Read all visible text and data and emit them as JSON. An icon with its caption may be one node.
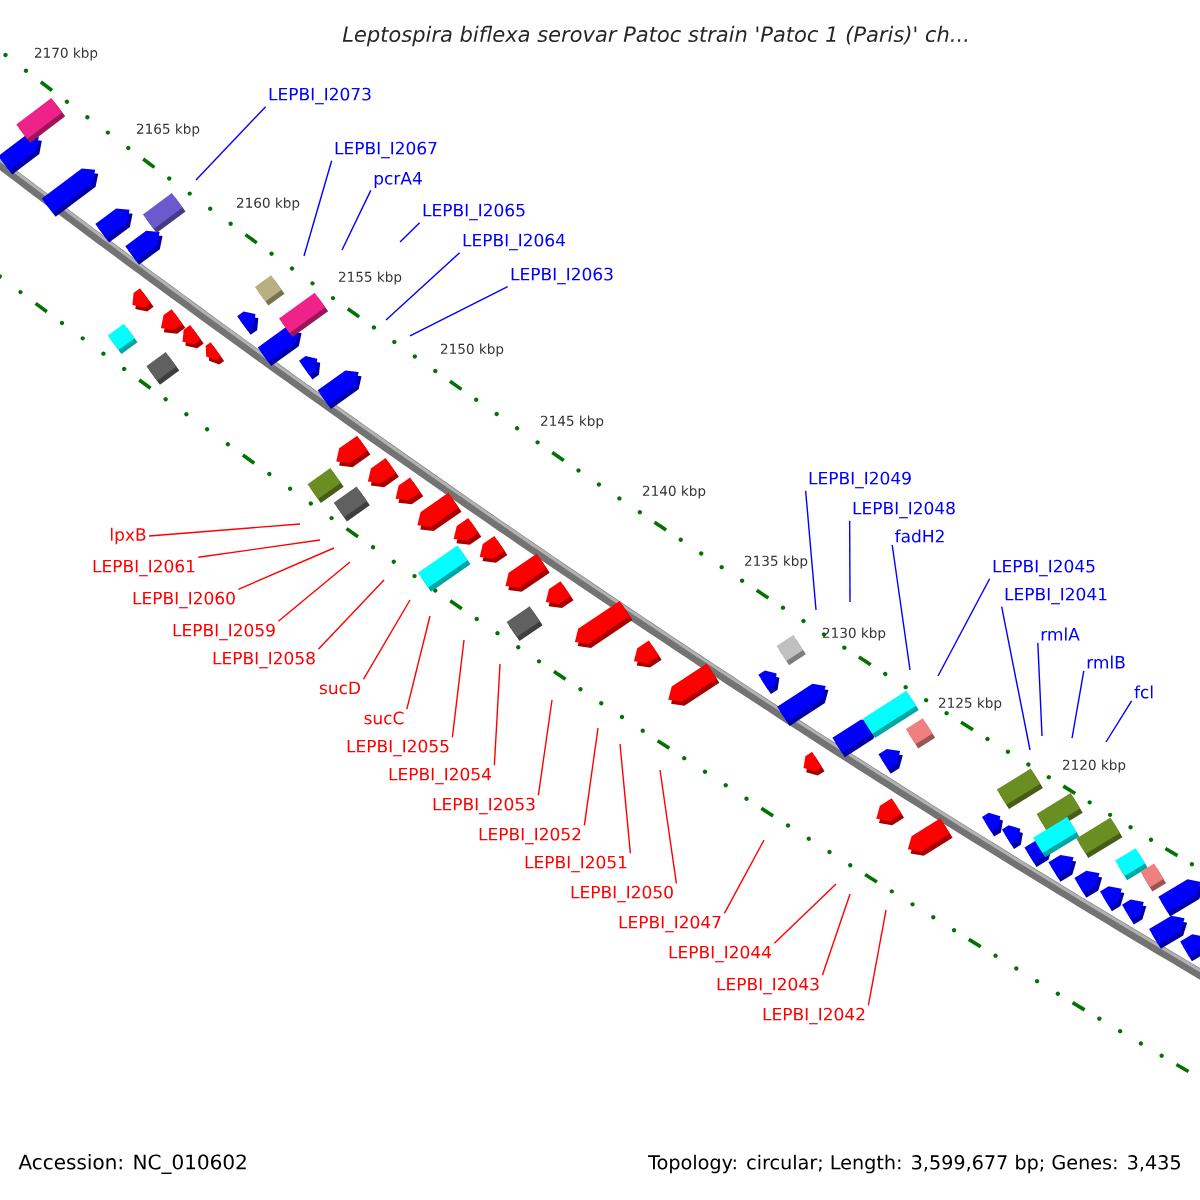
{
  "diagram": {
    "title": "Leptospira biflexa serovar Patoc strain 'Patoc 1 (Paris)' ch...",
    "nodes": [
      {
        "text": [
          "LEPBI_I2073"
        ]
      },
      {
        "text": [
          "LEPBI_I2067"
        ]
      },
      {
        "text": [
          "pcrA4"
        ]
      },
      {
        "text": [
          "LEPBI_I2065"
        ]
      },
      {
        "text": [
          "LEPBI_I2064"
        ]
      },
      {
        "text": [
          "LEPBI_I2063"
        ]
      },
      {
        "text": [
          "LEPBI_I2049"
        ]
      },
      {
        "text": [
          "LEPBI_I2048"
        ]
      },
      {
        "text": [
          "fadH2"
        ]
      },
      {
        "text": [
          "LEPBI_I2045"
        ]
      },
      {
        "text": [
          "LEPBI_I2041"
        ]
      },
      {
        "text": [
          "rmlA"
        ]
      },
      {
        "text": [
          "rmlB"
        ]
      },
      {
        "text": [
          "fcl"
        ]
      },
      {
        "text": [
          "lpxB"
        ]
      },
      {
        "text": [
          "LEPBI_I2061"
        ]
      },
      {
        "text": [
          "LEPBI_I2060"
        ]
      },
      {
        "text": [
          "LEPBI_I2059"
        ]
      },
      {
        "text": [
          "LEPBI_I2058"
        ]
      },
      {
        "text": [
          "sucD"
        ]
      },
      {
        "text": [
          "sucC"
        ]
      },
      {
        "text": [
          "LEPBI_I2055"
        ]
      },
      {
        "text": [
          "LEPBI_I2054"
        ]
      },
      {
        "text": [
          "LEPBI_I2053"
        ]
      },
      {
        "text": [
          "LEPBI_I2052"
        ]
      },
      {
        "text": [
          "LEPBI_I2051"
        ]
      },
      {
        "text": [
          "LEPBI_I2050"
        ]
      },
      {
        "text": [
          "LEPBI_I2047"
        ]
      },
      {
        "text": [
          "LEPBI_I2044"
        ]
      },
      {
        "text": [
          "LEPBI_I2043"
        ]
      },
      {
        "text": [
          "LEPBI_I2042"
        ]
      }
    ],
    "edges": [
      {
        "from": 0,
        "to": null,
        "arrow": "none",
        "color": "#0000ff"
      },
      {
        "from": 1,
        "to": null,
        "arrow": "none",
        "color": "#0000ff"
      },
      {
        "from": 2,
        "to": null,
        "arrow": "none",
        "color": "#0000ff"
      },
      {
        "from": 3,
        "to": null,
        "arrow": "none",
        "color": "#0000ff"
      },
      {
        "from": 4,
        "to": null,
        "arrow": "none",
        "color": "#0000ff"
      },
      {
        "from": 5,
        "to": null,
        "arrow": "none",
        "color": "#0000ff"
      },
      {
        "from": 6,
        "to": null,
        "arrow": "none",
        "color": "#0000ff"
      },
      {
        "from": 7,
        "to": null,
        "arrow": "none",
        "color": "#0000ff"
      },
      {
        "from": 8,
        "to": null,
        "arrow": "none",
        "color": "#0000ff"
      },
      {
        "from": 9,
        "to": null,
        "arrow": "none",
        "color": "#0000ff"
      },
      {
        "from": 10,
        "to": null,
        "arrow": "none",
        "color": "#0000ff"
      },
      {
        "from": 11,
        "to": null,
        "arrow": "none",
        "color": "#0000ff"
      },
      {
        "from": 12,
        "to": null,
        "arrow": "none",
        "color": "#0000ff"
      },
      {
        "from": 13,
        "to": null,
        "arrow": "none",
        "color": "#0000ff"
      },
      {
        "from": 14,
        "to": null,
        "arrow": "none"
      },
      {
        "from": 15,
        "to": null,
        "arrow": "none"
      },
      {
        "from": 16,
        "to": null,
        "arrow": "none"
      },
      {
        "from": 17,
        "to": null,
        "arrow": "none"
      },
      {
        "from": 18,
        "to": null,
        "arrow": "none"
      },
      {
        "from": 19,
        "to": null,
        "arrow": "none"
      },
      {
        "from": 20,
        "to": null,
        "arrow": "none"
      },
      {
        "from": 21,
        "to": null,
        "arrow": "none"
      },
      {
        "from": 22,
        "to": null,
        "arrow": "none"
      },
      {
        "from": 23,
        "to": null,
        "arrow": "none"
      },
      {
        "from": 24,
        "to": null,
        "arrow": "none"
      },
      {
        "from": 25,
        "to": null,
        "arrow": "none"
      },
      {
        "from": 26,
        "to": null,
        "arrow": "none"
      },
      {
        "from": 27,
        "to": null,
        "arrow": "none"
      },
      {
        "from": 28,
        "to": null,
        "arrow": "none"
      },
      {
        "from": 29,
        "to": null,
        "arrow": "none"
      },
      {
        "from": 30,
        "to": null,
        "arrow": "none"
      }
    ],
    "labels": [
      "2170 kbp",
      "2165 kbp",
      "2160 kbp",
      "2155 kbp",
      "2150 kbp",
      "2145 kbp",
      "2140 kbp",
      "2135 kbp",
      "2130 kbp",
      "2125 kbp",
      "2120 kbp",
      "Accession: NC_010602",
      "Topology: circular; Length: 3,599,677 bp; Genes: 3,435"
    ]
  }
}
